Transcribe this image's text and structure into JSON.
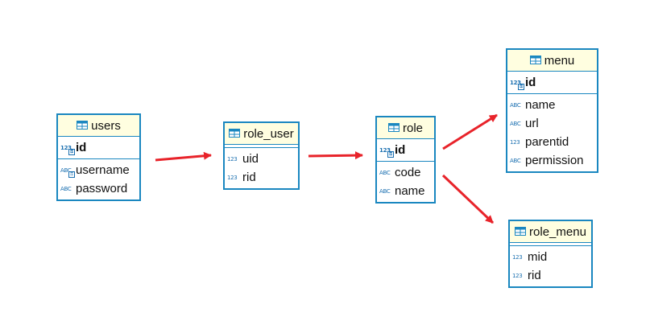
{
  "entities": [
    {
      "id": "users",
      "name": "users",
      "pk": [
        {
          "name": "id",
          "type_label": "123",
          "key": true
        }
      ],
      "columns": [
        {
          "name": "username",
          "type_label": "ABC",
          "key": true
        },
        {
          "name": "password",
          "type_label": "ABC",
          "key": false
        }
      ]
    },
    {
      "id": "role_user",
      "name": "role_user",
      "pk": [],
      "columns": [
        {
          "name": "uid",
          "type_label": "123",
          "key": false
        },
        {
          "name": "rid",
          "type_label": "123",
          "key": false
        }
      ]
    },
    {
      "id": "role",
      "name": "role",
      "pk": [
        {
          "name": "id",
          "type_label": "123",
          "key": true
        }
      ],
      "columns": [
        {
          "name": "code",
          "type_label": "ABC",
          "key": false
        },
        {
          "name": "name",
          "type_label": "ABC",
          "key": false
        }
      ]
    },
    {
      "id": "menu",
      "name": "menu",
      "pk": [
        {
          "name": "id",
          "type_label": "123",
          "key": true
        }
      ],
      "columns": [
        {
          "name": "name",
          "type_label": "ABC",
          "key": false
        },
        {
          "name": "url",
          "type_label": "ABC",
          "key": false
        },
        {
          "name": "parentid",
          "type_label": "123",
          "key": false
        },
        {
          "name": "permission",
          "type_label": "ABC",
          "key": false
        }
      ]
    },
    {
      "id": "role_menu",
      "name": "role_menu",
      "pk": [],
      "columns": [
        {
          "name": "mid",
          "type_label": "123",
          "key": false
        },
        {
          "name": "rid",
          "type_label": "123",
          "key": false
        }
      ]
    }
  ],
  "arrows": [
    {
      "from": "users",
      "to": "role_user"
    },
    {
      "from": "role_user",
      "to": "role"
    },
    {
      "from": "role",
      "to": "menu"
    },
    {
      "from": "role",
      "to": "role_menu"
    }
  ],
  "colors": {
    "border": "#1a87c0",
    "header": "#fffee0",
    "arrow": "#e8232a",
    "type_icon": "#1a6fb0"
  }
}
